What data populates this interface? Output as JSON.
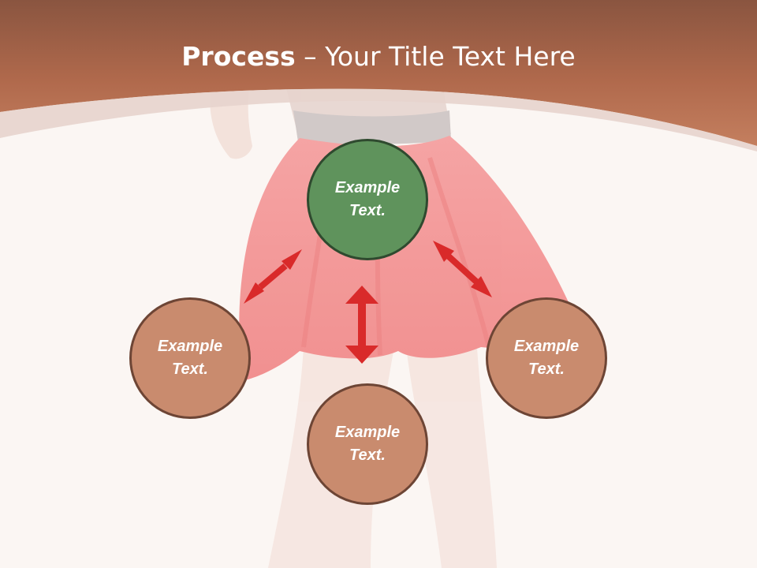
{
  "title": {
    "bold": "Process",
    "rest": " – Your Title Text Here"
  },
  "colors": {
    "header": "#b97456",
    "center_node": "#5f935c",
    "outer_node": "#c98b6e",
    "arrow": "#d92a2a",
    "background": "#fbf6f3"
  },
  "diagram": {
    "center": {
      "label": "Example Text."
    },
    "left": {
      "label": "Example Text."
    },
    "bottom": {
      "label": "Example Text."
    },
    "right": {
      "label": "Example Text."
    }
  },
  "icons": [
    "double-arrow-icon"
  ]
}
